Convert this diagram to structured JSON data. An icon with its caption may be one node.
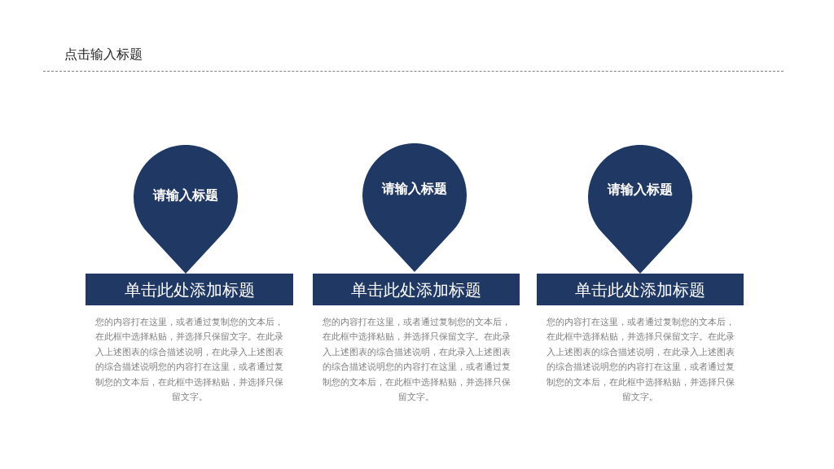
{
  "diagram": {
    "title": "点击输入标题",
    "nodes": [
      {
        "text": [
          "请输入标题"
        ]
      },
      {
        "text": [
          "请输入标题"
        ]
      },
      {
        "text": [
          "请输入标题"
        ]
      },
      {
        "text": [
          "单击此处添加标题"
        ],
        "beside": [
          "您的内容打在这里，或者通过复制您的文本后，在此框中选择粘贴，并选择只保留文字。在此录入上述图表的综合描述说明，在此录入上述图表的综合描述说明您的内容打在这里，或者通过复制您的文本后，在此框中选择粘贴，并选择只保留文字。"
        ]
      },
      {
        "text": [
          "单击此处添加标题"
        ],
        "beside": [
          "您的内容打在这里，或者通过复制您的文本后，在此框中选择粘贴，并选择只保留文字。在此录入上述图表的综合描述说明，在此录入上述图表的综合描述说明您的内容打在这里，或者通过复制您的文本后，在此框中选择粘贴，并选择只保留文字。"
        ]
      },
      {
        "text": [
          "单击此处添加标题"
        ],
        "beside": [
          "您的内容打在这里，或者通过复制您的文本后，在此框中选择粘贴，并选择只保留文字。在此录入上述图表的综合描述说明，在此录入上述图表的综合描述说明您的内容打在这里，或者通过复制您的文本后，在此框中选择粘贴，并选择只保留文字。"
        ]
      }
    ]
  }
}
